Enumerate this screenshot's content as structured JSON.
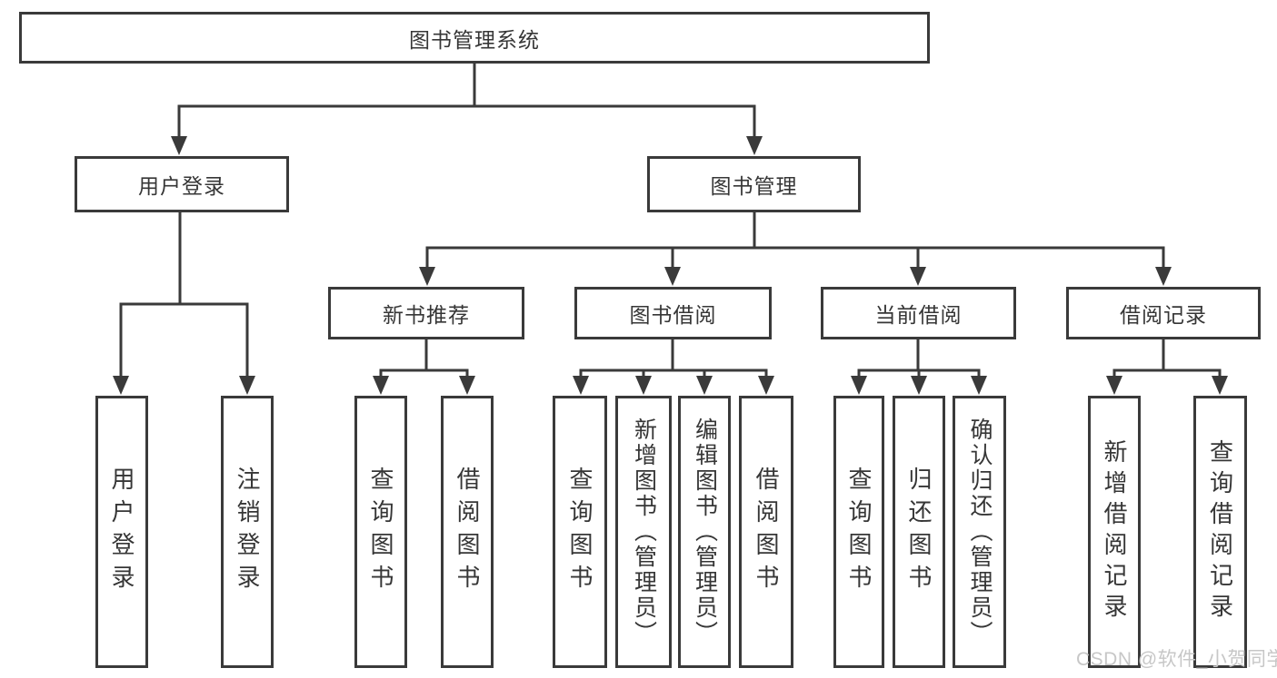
{
  "diagram_title": "图书管理系统",
  "nodes": {
    "root": {
      "label": "图书管理系统"
    },
    "user_login": {
      "label": "用户登录"
    },
    "book_mgmt": {
      "label": "图书管理"
    },
    "new_book_rec": {
      "label": "新书推荐"
    },
    "book_borrow": {
      "label": "图书借阅"
    },
    "current_borrow": {
      "label": "当前借阅"
    },
    "borrow_records": {
      "label": "借阅记录"
    },
    "user_login_leaf": {
      "label": "用户登录"
    },
    "logout_leaf": {
      "label": "注销登录"
    },
    "nb_query": {
      "label": "查询图书"
    },
    "nb_borrow": {
      "label": "借阅图书"
    },
    "bb_query": {
      "label": "查询图书"
    },
    "bb_add": {
      "label": "新增图书（管理员）"
    },
    "bb_edit": {
      "label": "编辑图书（管理员）"
    },
    "bb_borrow": {
      "label": "借阅图书"
    },
    "cb_query": {
      "label": "查询图书"
    },
    "cb_return": {
      "label": "归还图书"
    },
    "cb_confirm": {
      "label": "确认归还（管理员）"
    },
    "br_add": {
      "label": "新增借阅记录"
    },
    "br_query": {
      "label": "查询借阅记录"
    }
  },
  "hierarchy": {
    "图书管理系统": {
      "用户登录": [
        "用户登录",
        "注销登录"
      ],
      "图书管理": {
        "新书推荐": [
          "查询图书",
          "借阅图书"
        ],
        "图书借阅": [
          "查询图书",
          "新增图书（管理员）",
          "编辑图书（管理员）",
          "借阅图书"
        ],
        "当前借阅": [
          "查询图书",
          "归还图书",
          "确认归还（管理员）"
        ],
        "借阅记录": [
          "新增借阅记录",
          "查询借阅记录"
        ]
      }
    }
  },
  "watermark": {
    "text": "CSDN @软件_小贺同学"
  },
  "colors": {
    "line": "#3a3a3a",
    "box_border": "#3a3a3a",
    "text": "#363636",
    "background": "#ffffff",
    "watermark": "#c7c7c7"
  }
}
